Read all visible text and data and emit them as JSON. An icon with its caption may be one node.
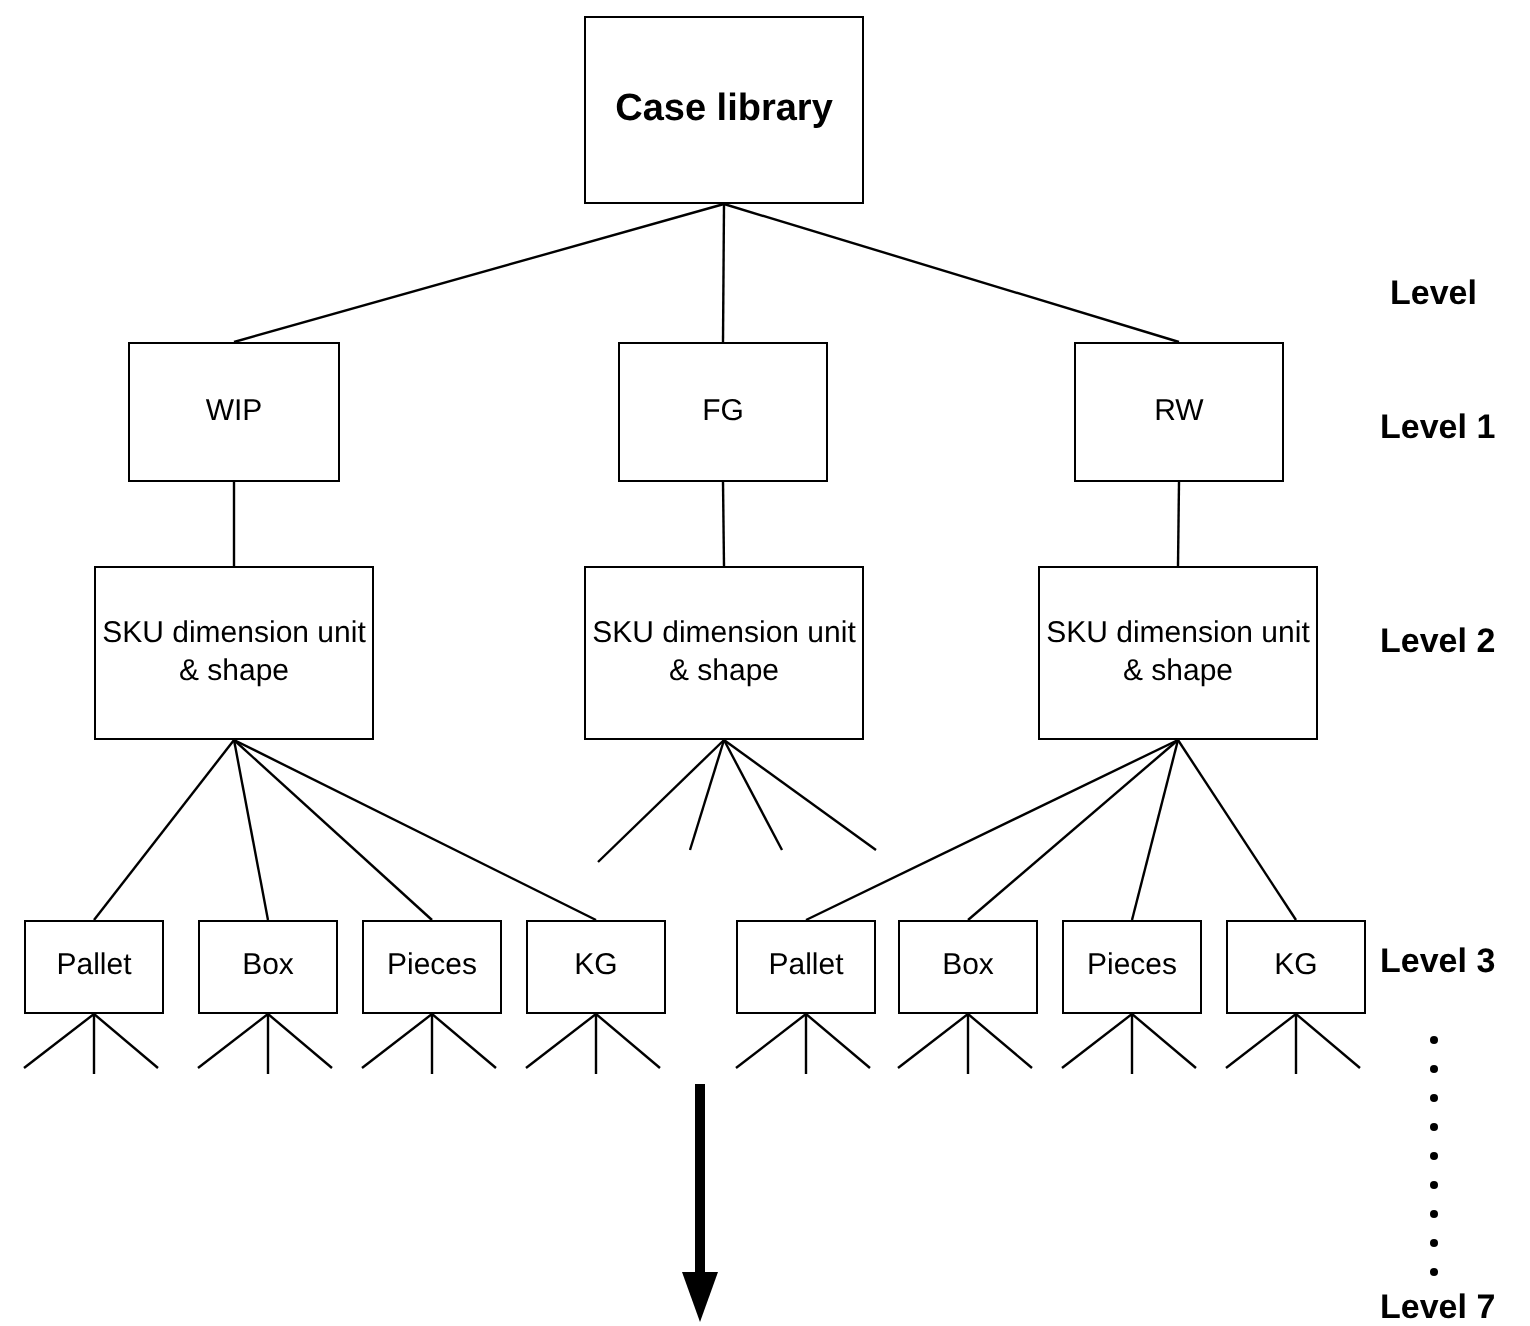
{
  "diagram": {
    "nodes": [
      {
        "text": [
          "Case library"
        ]
      },
      {
        "text": [
          "WIP"
        ]
      },
      {
        "text": [
          "FG"
        ]
      },
      {
        "text": [
          "RW"
        ]
      },
      {
        "text": [
          "SKU dimension unit & shape"
        ]
      },
      {
        "text": [
          "SKU dimension unit & shape"
        ]
      },
      {
        "text": [
          "SKU dimension unit & shape"
        ]
      },
      {
        "text": [
          "Pallet"
        ]
      },
      {
        "text": [
          "Box"
        ]
      },
      {
        "text": [
          "Pieces"
        ]
      },
      {
        "text": [
          "KG"
        ]
      },
      {
        "text": [
          "Pallet"
        ]
      },
      {
        "text": [
          "Box"
        ]
      },
      {
        "text": [
          "Pieces"
        ]
      },
      {
        "text": [
          "KG"
        ]
      }
    ],
    "edges": [
      {
        "from": 0,
        "to": 1,
        "arrow": "none"
      },
      {
        "from": 0,
        "to": 2,
        "arrow": "none"
      },
      {
        "from": 0,
        "to": 3,
        "arrow": "none"
      },
      {
        "from": 1,
        "to": 4,
        "arrow": "none"
      },
      {
        "from": 2,
        "to": 5,
        "arrow": "none"
      },
      {
        "from": 3,
        "to": 6,
        "arrow": "none"
      },
      {
        "from": 4,
        "to": 7,
        "arrow": "none"
      },
      {
        "from": 4,
        "to": 8,
        "arrow": "none"
      },
      {
        "from": 4,
        "to": 9,
        "arrow": "none"
      },
      {
        "from": 4,
        "to": 10,
        "arrow": "none"
      },
      {
        "from": 6,
        "to": 11,
        "arrow": "none"
      },
      {
        "from": 6,
        "to": 12,
        "arrow": "none"
      },
      {
        "from": 6,
        "to": 13,
        "arrow": "none"
      },
      {
        "from": 6,
        "to": 14,
        "arrow": "none"
      },
      {
        "from": 5,
        "to": null,
        "arrow": "none"
      },
      {
        "from": 5,
        "to": null,
        "arrow": "none"
      },
      {
        "from": 5,
        "to": null,
        "arrow": "none"
      },
      {
        "from": 5,
        "to": null,
        "arrow": "none"
      },
      {
        "from": 7,
        "to": null,
        "arrow": "none"
      },
      {
        "from": 7,
        "to": null,
        "arrow": "none"
      },
      {
        "from": 7,
        "to": null,
        "arrow": "none"
      },
      {
        "from": 8,
        "to": null,
        "arrow": "none"
      },
      {
        "from": 8,
        "to": null,
        "arrow": "none"
      },
      {
        "from": 8,
        "to": null,
        "arrow": "none"
      },
      {
        "from": 9,
        "to": null,
        "arrow": "none"
      },
      {
        "from": 9,
        "to": null,
        "arrow": "none"
      },
      {
        "from": 9,
        "to": null,
        "arrow": "none"
      },
      {
        "from": 10,
        "to": null,
        "arrow": "none"
      },
      {
        "from": 10,
        "to": null,
        "arrow": "none"
      },
      {
        "from": 10,
        "to": null,
        "arrow": "none"
      },
      {
        "from": 11,
        "to": null,
        "arrow": "none"
      },
      {
        "from": 11,
        "to": null,
        "arrow": "none"
      },
      {
        "from": 11,
        "to": null,
        "arrow": "none"
      },
      {
        "from": 12,
        "to": null,
        "arrow": "none"
      },
      {
        "from": 12,
        "to": null,
        "arrow": "none"
      },
      {
        "from": 12,
        "to": null,
        "arrow": "none"
      },
      {
        "from": 13,
        "to": null,
        "arrow": "none"
      },
      {
        "from": 13,
        "to": null,
        "arrow": "none"
      },
      {
        "from": 13,
        "to": null,
        "arrow": "none"
      },
      {
        "from": 14,
        "to": null,
        "arrow": "none"
      },
      {
        "from": 14,
        "to": null,
        "arrow": "none"
      },
      {
        "from": 14,
        "to": null,
        "arrow": "none"
      }
    ],
    "labels": [
      "Level",
      "Level 1",
      "Level 2",
      "Level 3",
      "Level 7"
    ]
  }
}
